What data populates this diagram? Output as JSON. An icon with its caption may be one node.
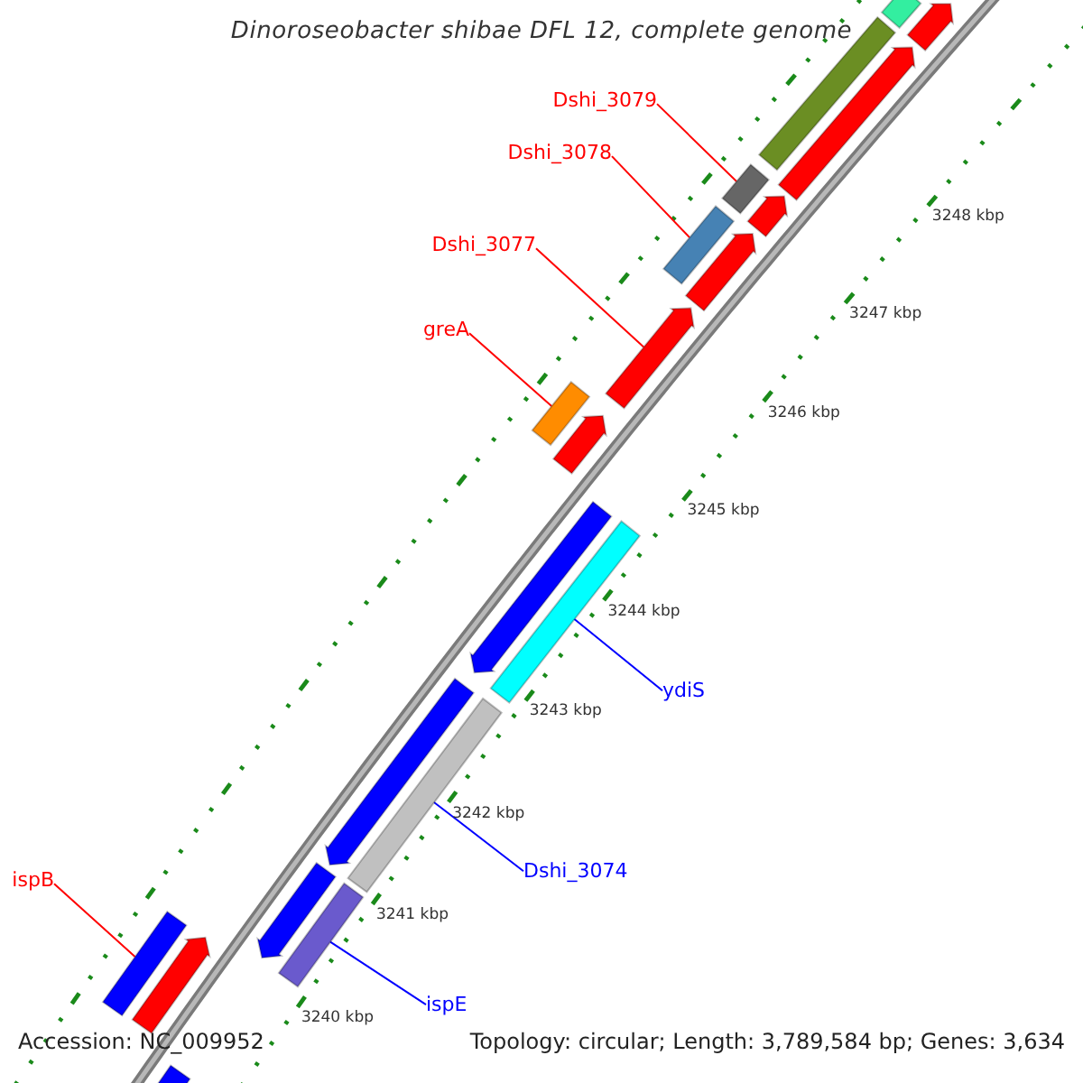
{
  "diagram": {
    "title": "Dinoroseobacter shibae DFL 12, complete genome",
    "nodes": [
      {
        "text": [
          "Dshi_3079"
        ]
      },
      {
        "text": [
          "Dshi_3078"
        ]
      },
      {
        "text": [
          "Dshi_3077"
        ]
      },
      {
        "text": [
          "greA"
        ]
      },
      {
        "text": [
          "ydiS"
        ]
      },
      {
        "text": [
          "Dshi_3074"
        ]
      },
      {
        "text": [
          "ispB"
        ]
      },
      {
        "text": [
          "ispE"
        ]
      },
      {
        "text": [],
        "shape": "bar"
      },
      {
        "text": [],
        "shape": "pentagon"
      },
      {
        "text": [],
        "shape": "bar"
      },
      {
        "text": [],
        "shape": "pentagon"
      },
      {
        "text": [],
        "shape": "bar"
      },
      {
        "text": [],
        "shape": "pentagon"
      },
      {
        "text": [],
        "shape": "bar"
      },
      {
        "text": [],
        "shape": "pentagon"
      },
      {
        "text": [],
        "shape": "pentagon"
      },
      {
        "text": [],
        "shape": "bar"
      },
      {
        "text": [],
        "shape": "pentagon"
      },
      {
        "text": [],
        "shape": "pentagon"
      },
      {
        "text": [],
        "shape": "bar"
      },
      {
        "text": [],
        "shape": "pentagon"
      },
      {
        "text": [],
        "shape": "bar"
      },
      {
        "text": [],
        "shape": "pentagon"
      },
      {
        "text": [],
        "shape": "bar"
      },
      {
        "text": [],
        "shape": "bar"
      },
      {
        "text": [],
        "shape": "pentagon"
      },
      {
        "text": [],
        "shape": "pentagon"
      }
    ],
    "edges": [
      {
        "from": 0,
        "to": 12,
        "arrow": "none",
        "color": "#ff0000"
      },
      {
        "from": 1,
        "to": 14,
        "arrow": "none",
        "color": "#ff0000"
      },
      {
        "from": 2,
        "to": 16,
        "arrow": "none",
        "color": "#ff0000"
      },
      {
        "from": 3,
        "to": 17,
        "arrow": "none",
        "color": "#ff0000"
      },
      {
        "from": 4,
        "to": 20,
        "arrow": "none",
        "color": "#0000ff"
      },
      {
        "from": 5,
        "to": 22,
        "arrow": "none",
        "color": "#0000ff"
      },
      {
        "from": 6,
        "to": 25,
        "arrow": "none",
        "color": "#ff0000"
      },
      {
        "from": 7,
        "to": 24,
        "arrow": "none",
        "color": "#0000ff"
      }
    ],
    "labels": [
      "3248 kbp",
      "3247 kbp",
      "3246 kbp",
      "3245 kbp",
      "3244 kbp",
      "3243 kbp",
      "3242 kbp",
      "3241 kbp",
      "3240 kbp",
      "Accession: NC_009952",
      "Topology: circular; Length: 3,789,584 bp; Genes: 3,634"
    ]
  }
}
